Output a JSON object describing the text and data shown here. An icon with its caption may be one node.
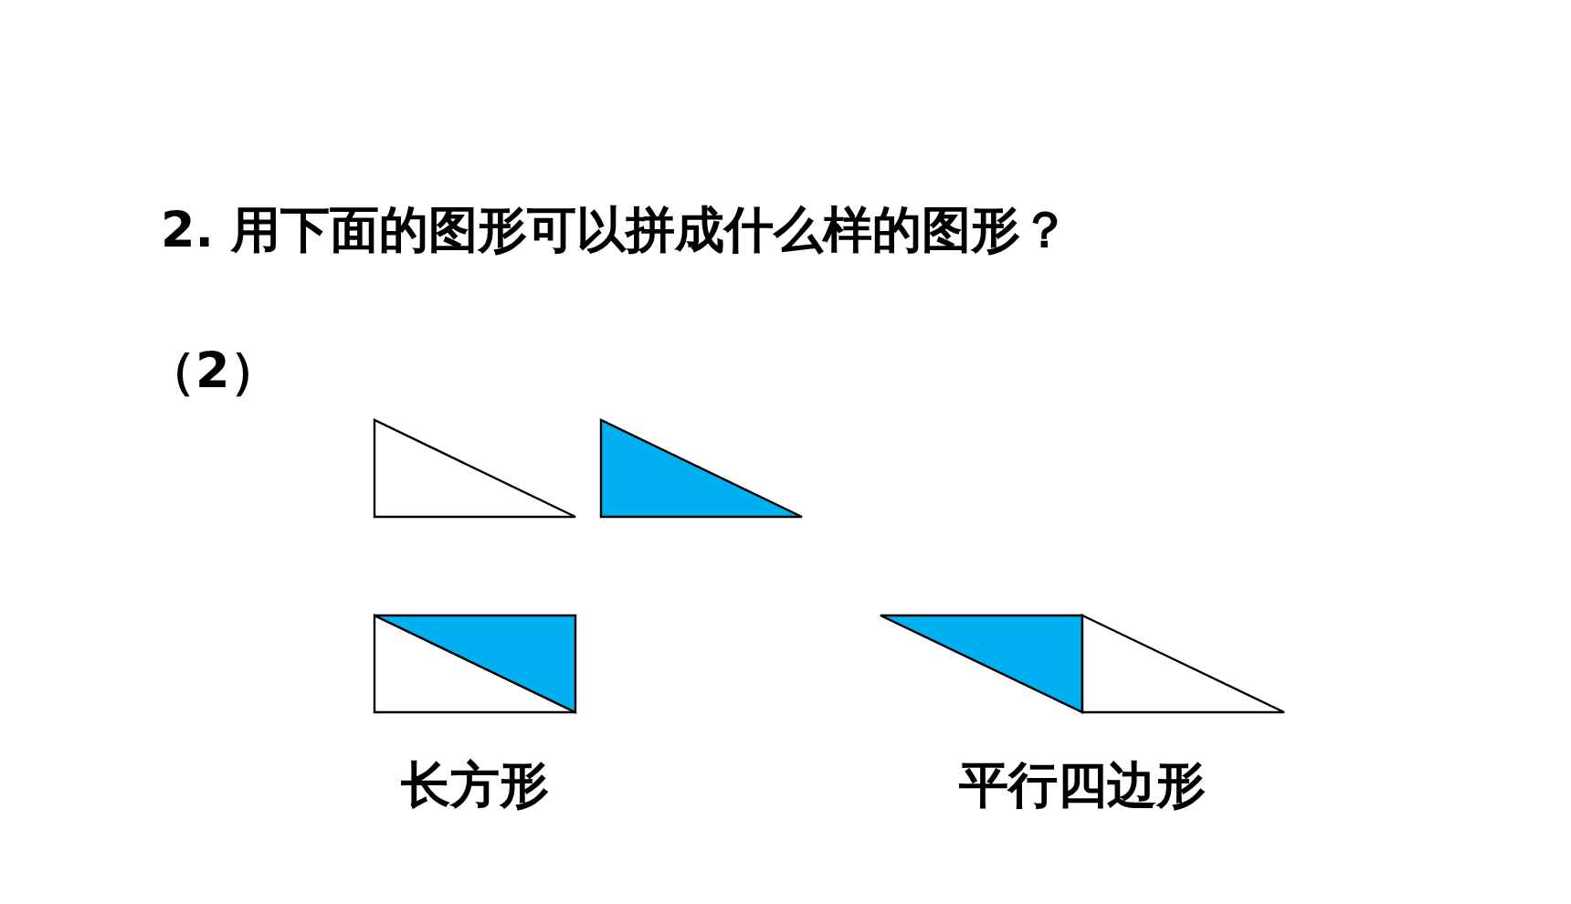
{
  "diagram": {
    "title": "2. 用下面的图形可以拼成什么样的图形？",
    "nodes": [
      {
        "text": [],
        "shape": "triangle"
      },
      {
        "text": [],
        "shape": "triangle"
      },
      {
        "text": [],
        "shape": "box",
        "beside": [
          "长方形"
        ]
      },
      {
        "text": [],
        "shape": "parallelogram",
        "beside": [
          "平行四边形"
        ]
      }
    ],
    "labels": [
      "（2）"
    ]
  }
}
